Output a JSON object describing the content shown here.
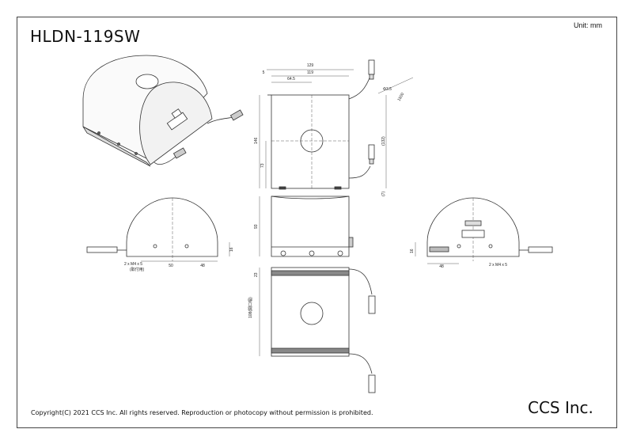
{
  "header": {
    "title": "HLDN-119SW",
    "unit": "Unit: mm"
  },
  "footer": {
    "copyright": "Copyright(C) 2021 CCS Inc. All rights reserved. Reproduction or photocopy without permission is prohibited.",
    "company": "CCS Inc."
  },
  "top_view": {
    "dim_overall": "129",
    "dim_inner": "119",
    "dim_half": "64.5",
    "dim_offset": "5",
    "dim_cable_dia": "Φ3.5",
    "dim_cable_len": "1500",
    "dim_height": "146",
    "dim_center": "73",
    "dim_right": "(132)",
    "dim_right_small": "(7)"
  },
  "side_view": {
    "dim_height": "93"
  },
  "bottom_view": {
    "dim_top": "23",
    "dim_window": "108(開口幅)"
  },
  "left_view": {
    "dim_mount": "2 x M4 x 5",
    "dim_mount_note": "(取付用)",
    "dim_a": "50",
    "dim_b": "48",
    "dim_h": "16"
  },
  "right_view": {
    "dim_mount": "2 x M4 x 5",
    "dim_a": "48",
    "dim_h": "16"
  }
}
